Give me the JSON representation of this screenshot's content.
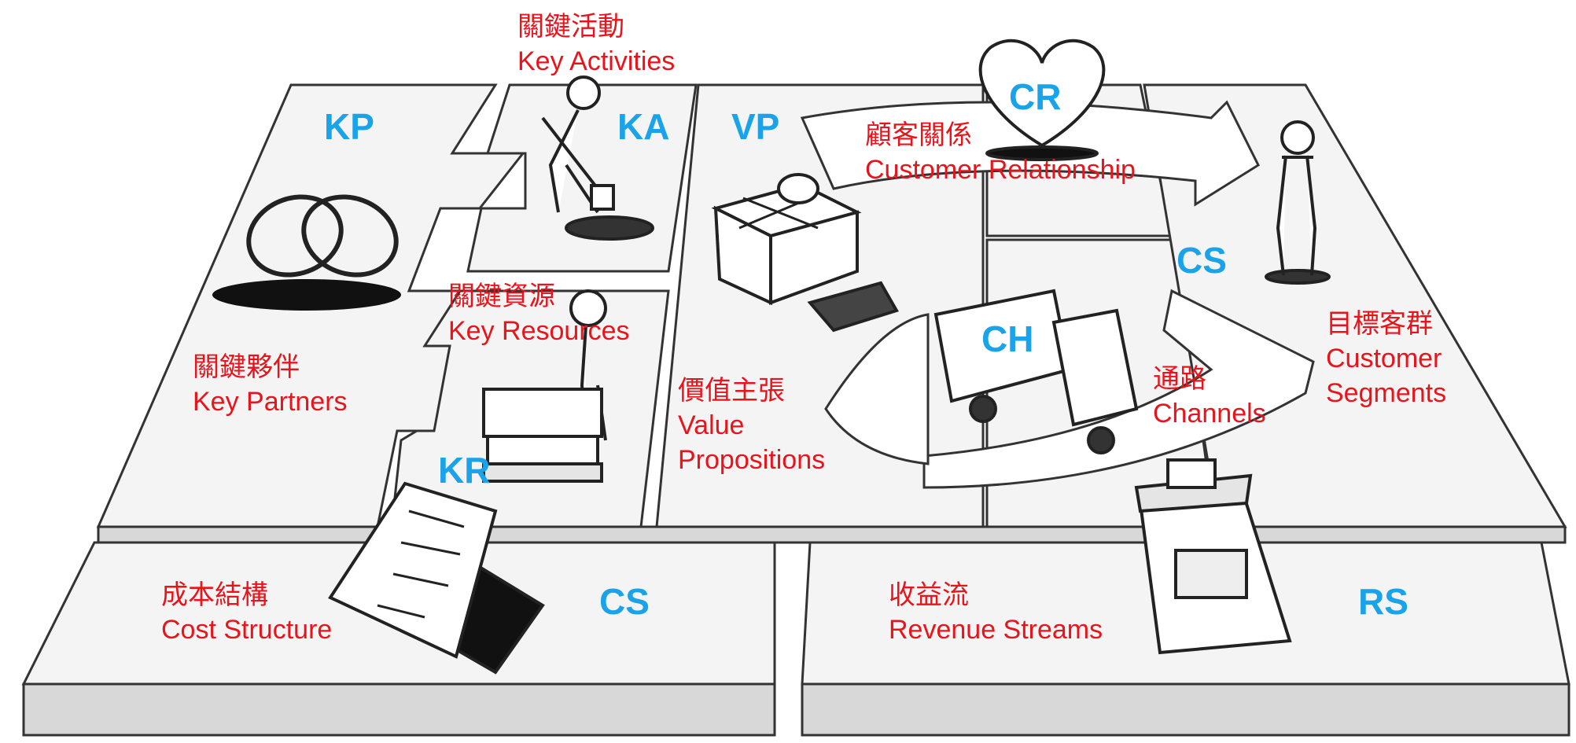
{
  "blocks": {
    "kp": {
      "abbr": "KP",
      "zh": "關鍵夥伴",
      "en": "Key Partners",
      "icon": "rings-icon"
    },
    "ka": {
      "abbr": "KA",
      "zh": "關鍵活動",
      "en": "Key Activities",
      "icon": "digging-person-icon"
    },
    "kr": {
      "abbr": "KR",
      "zh": "關鍵資源",
      "en": "Key Resources",
      "icon": "person-with-boxes-icon"
    },
    "vp": {
      "abbr": "VP",
      "zh": "價值主張",
      "en_1": "Value",
      "en_2": "Propositions",
      "icon": "gift-box-icon"
    },
    "cr": {
      "abbr": "CR",
      "zh": "顧客關係",
      "en": "Customer Relationship",
      "icon": "heart-icon"
    },
    "ch": {
      "abbr": "CH",
      "zh": "通路",
      "en": "Channels",
      "icon": "delivery-truck-icon"
    },
    "cs_segments": {
      "abbr": "CS",
      "zh": "目標客群",
      "en_1": "Customer",
      "en_2": "Segments",
      "icon": "standing-person-icon"
    },
    "cs_cost": {
      "abbr": "CS",
      "zh": "成本結構",
      "en": "Cost Structure",
      "icon": "invoice-paper-icon"
    },
    "rs": {
      "abbr": "RS",
      "zh": "收益流",
      "en": "Revenue Streams",
      "icon": "cash-register-icon"
    }
  },
  "colors": {
    "abbr": "#1aa3e8",
    "label": "#e8141c",
    "outline": "#333333",
    "surface": "#f4f4f4",
    "side": "#d8d8d8"
  }
}
